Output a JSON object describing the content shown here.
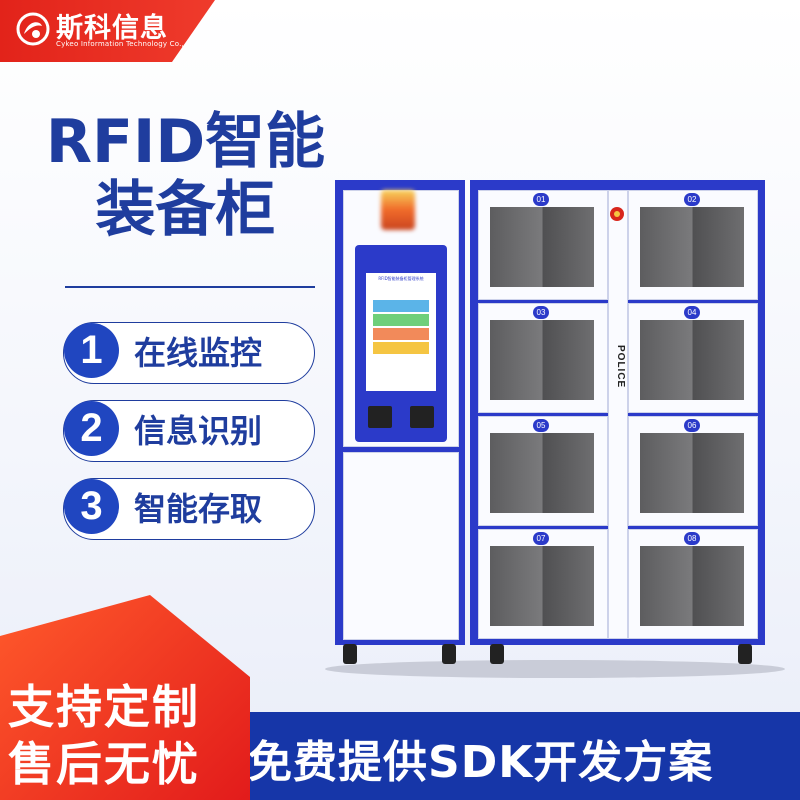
{
  "brand": {
    "name": "斯科信息",
    "subtitle": "Cykeo Information Technology Co., Ltd."
  },
  "title": {
    "line1": "RFID智能",
    "line2": "装备柜"
  },
  "features": [
    {
      "num": "1",
      "label": "在线监控"
    },
    {
      "num": "2",
      "label": "信息识别"
    },
    {
      "num": "3",
      "label": "智能存取"
    }
  ],
  "promo": {
    "line1": "支持定制",
    "line2": "售后无忧"
  },
  "banner": "免费提供SDK开发方案",
  "cabinet": {
    "label": "POLICE",
    "screen_title": "RFID智能装备柜管理系统",
    "compartments": [
      "01",
      "02",
      "03",
      "04",
      "05",
      "06",
      "07",
      "08"
    ]
  },
  "colors": {
    "brand_red": "#e2231a",
    "brand_blue": "#1f3d9e",
    "cabinet_blue": "#2b3ac9"
  }
}
